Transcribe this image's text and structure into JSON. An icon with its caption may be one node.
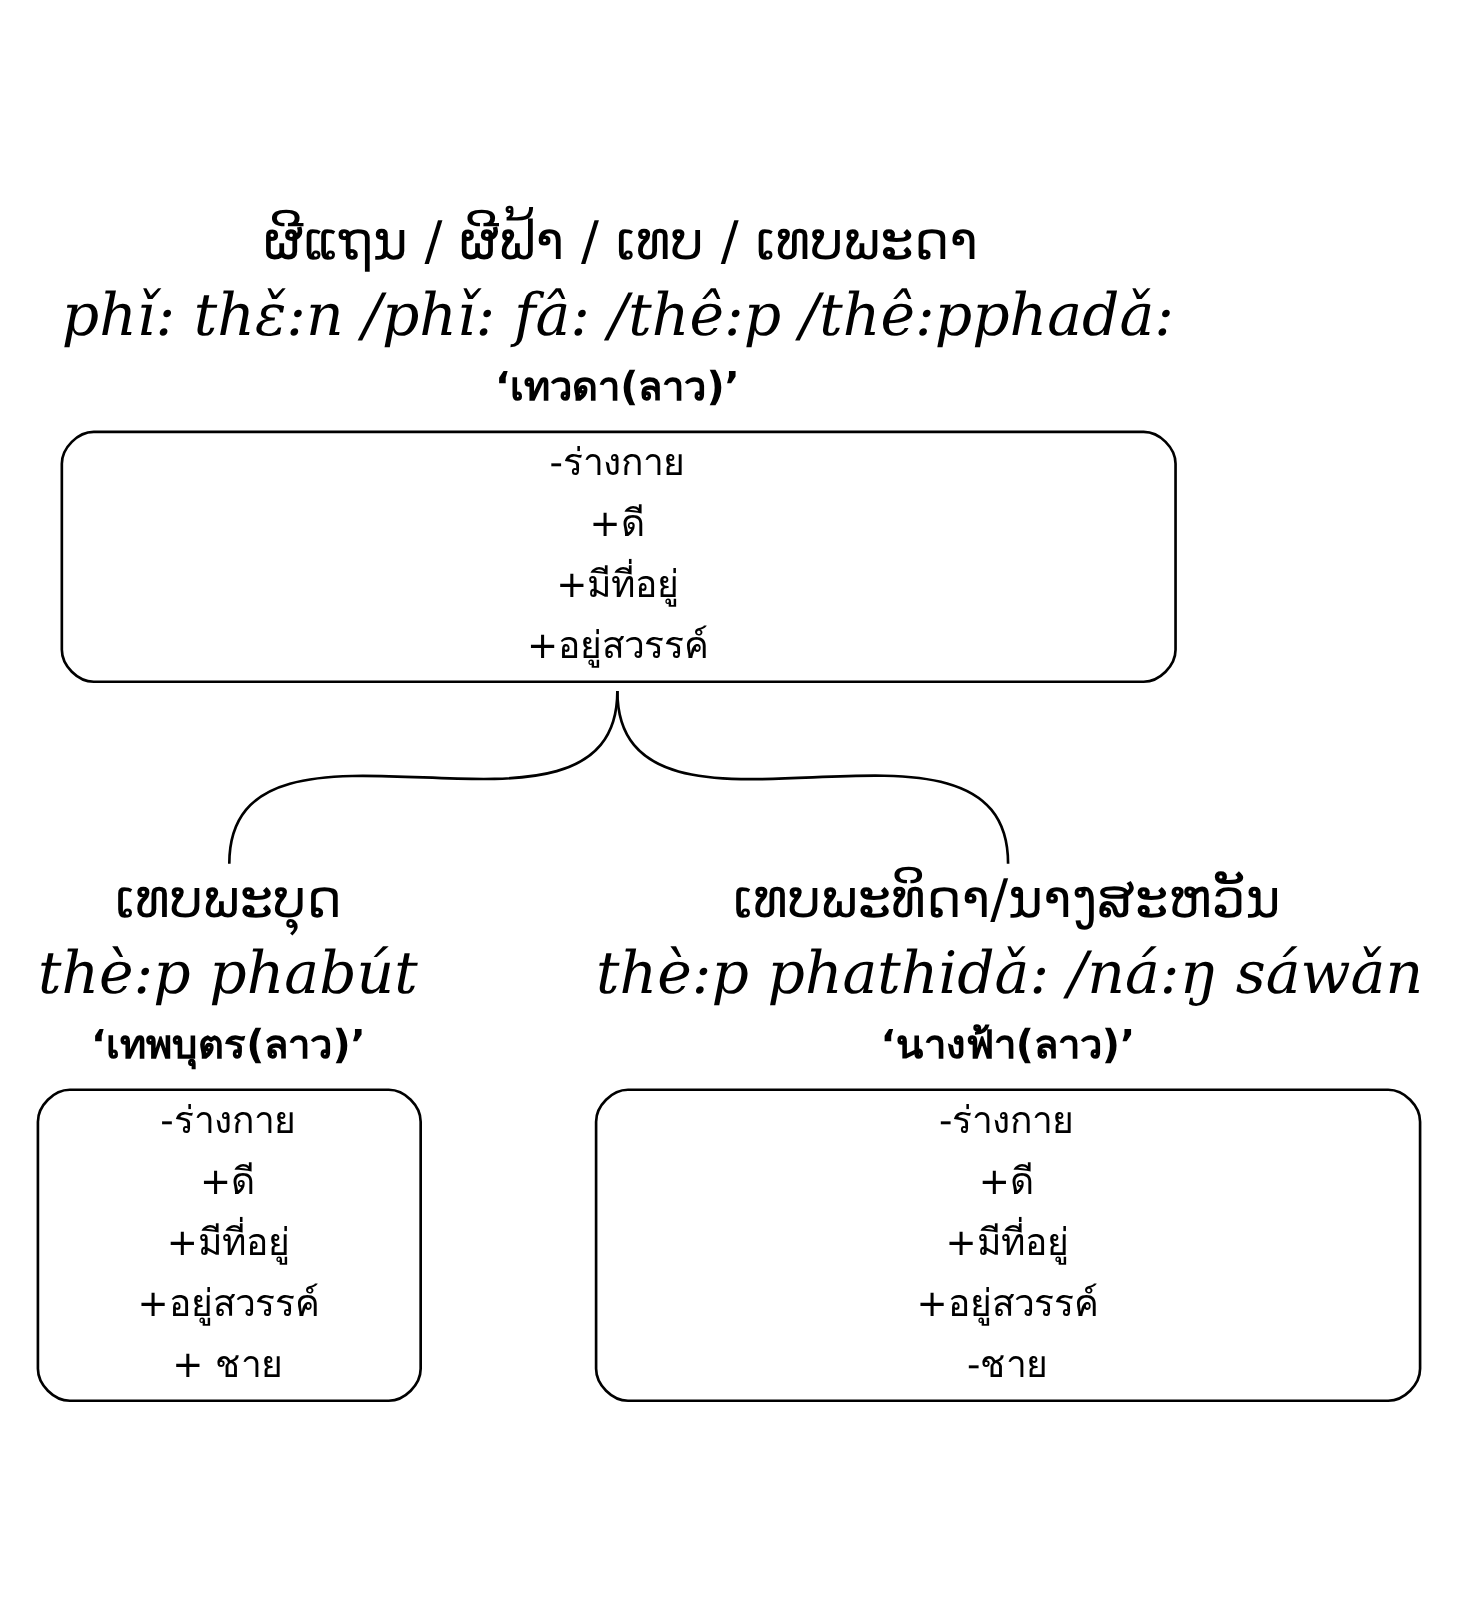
{
  "diagram": {
    "nodes": [
      {
        "text": [
          "ຜີແຖນ / ຜີຟ້າ / ເທບ / ເທບພະດາ",
          "phǐ: thɛ̌:n /phǐ: fâ: /thê:p /thê:pphadǎ:",
          "‘เทวดา(ลาว)’",
          "-ร่างกาย",
          "+ดี",
          "+มีที่อยู่",
          "+อยู่สวรรค์"
        ]
      },
      {
        "text": [
          "ເທບພະບຸດ",
          "thè:p phabút",
          "‘เทพบุตร(ลาว)’",
          "-ร่างกาย",
          "+ดี",
          "+มีที่อยู่",
          "+อยู่สวรรค์",
          "+ ชาย"
        ]
      },
      {
        "text": [
          "ເທບພະທິດາ/ນາງສະຫວັນ",
          "thè:p phathidǎ: /ná:ŋ sáwǎn",
          "‘นางฟ้า(ลาว)’",
          "-ร่างกาย",
          "+ดี",
          "+มีที่อยู่",
          "+อยู่สวรรค์",
          "-ชาย"
        ]
      }
    ],
    "edges": [
      {
        "from": 0,
        "to": 1,
        "arrow": "none"
      },
      {
        "from": 0,
        "to": 2,
        "arrow": "none"
      }
    ]
  }
}
